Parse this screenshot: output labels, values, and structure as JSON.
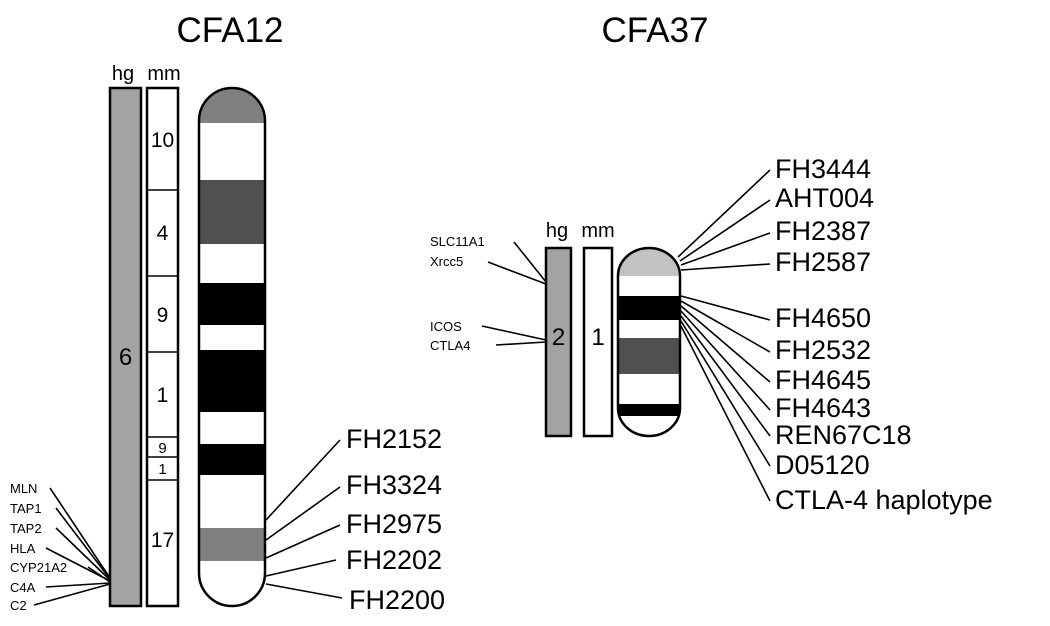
{
  "cfa12": {
    "title": "CFA12",
    "hg_header": "hg",
    "mm_header": "mm",
    "hg_label": "6",
    "mm_segments": [
      "10",
      "4",
      "9",
      "1",
      "9",
      "1",
      "17"
    ],
    "markers": [
      "FH2152",
      "FH3324",
      "FH2975",
      "FH2202",
      "FH2200"
    ],
    "genes": [
      "MLN",
      "TAP1",
      "TAP2",
      "HLA",
      "CYP21A2",
      "C4A",
      "C2"
    ]
  },
  "cfa37": {
    "title": "CFA37",
    "hg_header": "hg",
    "mm_header": "mm",
    "hg_label": "2",
    "mm_label": "1",
    "markers": [
      "FH3444",
      "AHT004",
      "FH2387",
      "FH2587",
      "FH4650",
      "FH2532",
      "FH4645",
      "FH4643",
      "REN67C18",
      "D05120",
      "CTLA-4 haplotype"
    ],
    "genes": [
      "SLC11A1",
      "Xrcc5",
      "ICOS",
      "CTLA4"
    ]
  },
  "colors": {
    "hg_fill": "#a3a3a3",
    "band_dark": "#505050",
    "band_black": "#000000",
    "band_mid": "#808080",
    "band_light": "#c2c2c2"
  }
}
